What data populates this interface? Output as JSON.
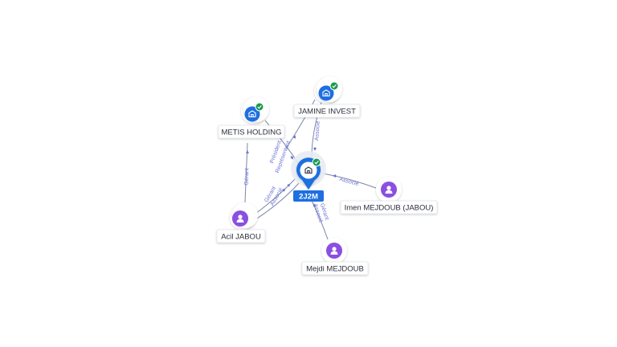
{
  "colors": {
    "company_node": "#1f6fe0",
    "person_node": "#8a4fe0",
    "verified_badge": "#1a9a52",
    "edge": "#7d86a6",
    "edge_label": "#6b74d6",
    "center_badge": "#1f6fe0"
  },
  "center": {
    "label": "2J2M",
    "icon": "building-icon",
    "verified": true
  },
  "nodes": {
    "metis": {
      "label": "METIS HOLDING",
      "icon": "building-icon",
      "verified": true
    },
    "jamine": {
      "label": "JAMINE INVEST",
      "icon": "building-icon",
      "verified": true
    },
    "imen": {
      "label": "Imen MEJDOUB (JABOU)",
      "icon": "person-icon"
    },
    "acil": {
      "label": "Acil JABOU",
      "icon": "person-icon"
    },
    "mejdi": {
      "label": "Mejdi MEJDOUB",
      "icon": "person-icon"
    }
  },
  "edges": {
    "acil_metis": "Gérant",
    "metis_center": "Président",
    "center_jamine_rep": "Représentant",
    "jamine_center": "Associé",
    "imen_center": "Associé",
    "acil_center_gerant": "Gérant",
    "acil_center_assoc": "Associé",
    "mejdi_gerant": "Gérant",
    "mejdi_assoc": "Associé"
  }
}
